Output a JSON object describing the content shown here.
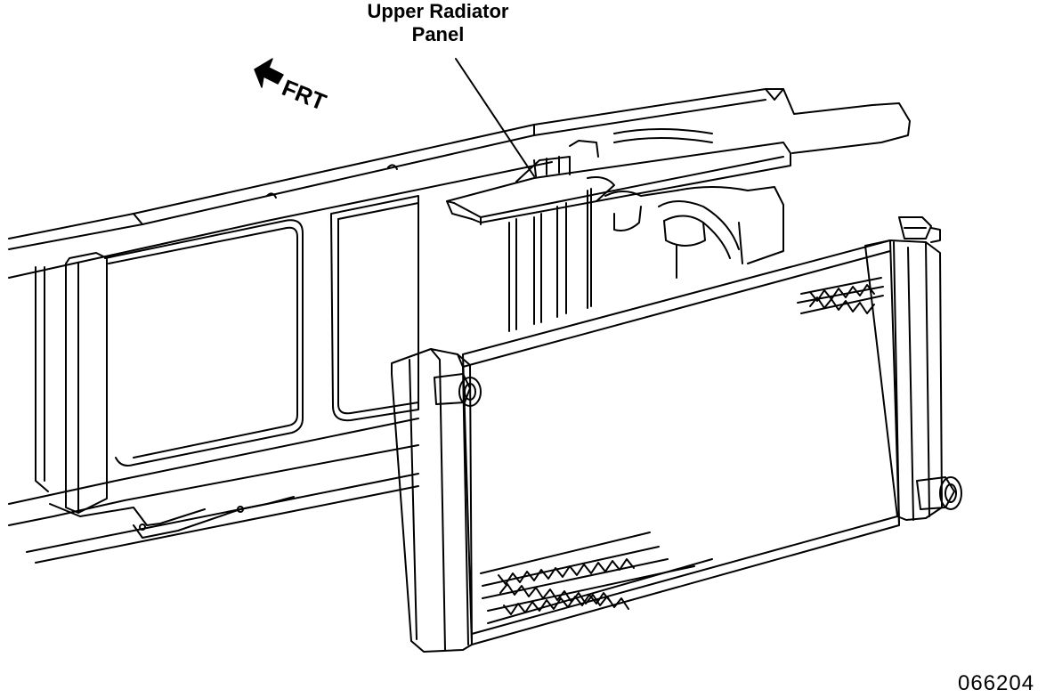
{
  "callout": {
    "line1": "Upper Radiator",
    "line2": "Panel"
  },
  "direction": {
    "label": "FRT"
  },
  "figure_number": "066204",
  "icons": {
    "direction_arrow": "arrow-icon"
  }
}
